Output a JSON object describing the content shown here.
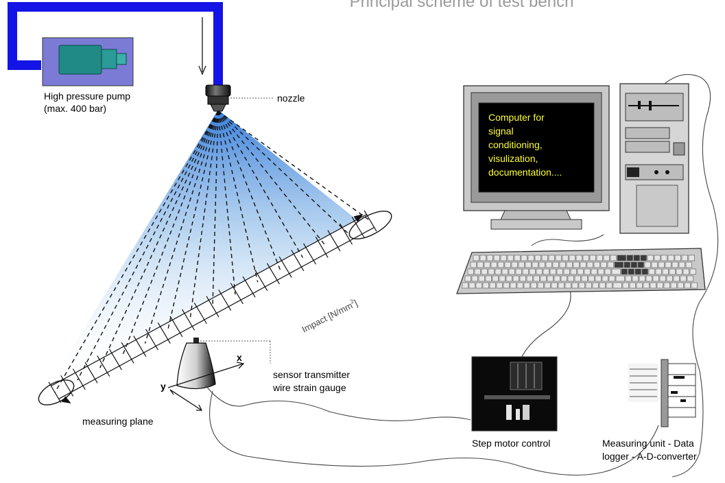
{
  "title": "Principal scheme of test bench",
  "labels": {
    "pump_line1": "High pressure pump",
    "pump_line2": "(max. 400 bar)",
    "nozzle": "nozzle",
    "impact": "Impact [N/mm",
    "impact_sup": "2",
    "impact_end": "]",
    "sensor_line1": "sensor transmitter",
    "sensor_line2": "wire strain gauge",
    "axis_x": "x",
    "axis_y": "y",
    "measuring_plane": "measuring plane",
    "step_motor": "Step motor control",
    "logger_line1": "Measuring unit - Data",
    "logger_line2": "logger - A-D-converter"
  },
  "screen_text": [
    "Computer for",
    "signal",
    "conditioning,",
    "visulization,",
    "documentation...."
  ],
  "colors": {
    "pipe": "#1414e6",
    "pump_body": "#7b7bd6",
    "pump_motor": "#1f8a86",
    "screen_bg": "#000000",
    "screen_text": "#ffff33",
    "title": "#9a9a9a",
    "spray": "#5b9be0"
  },
  "icons": [
    "down-arrow-icon",
    "rotation-arrow-icon"
  ]
}
